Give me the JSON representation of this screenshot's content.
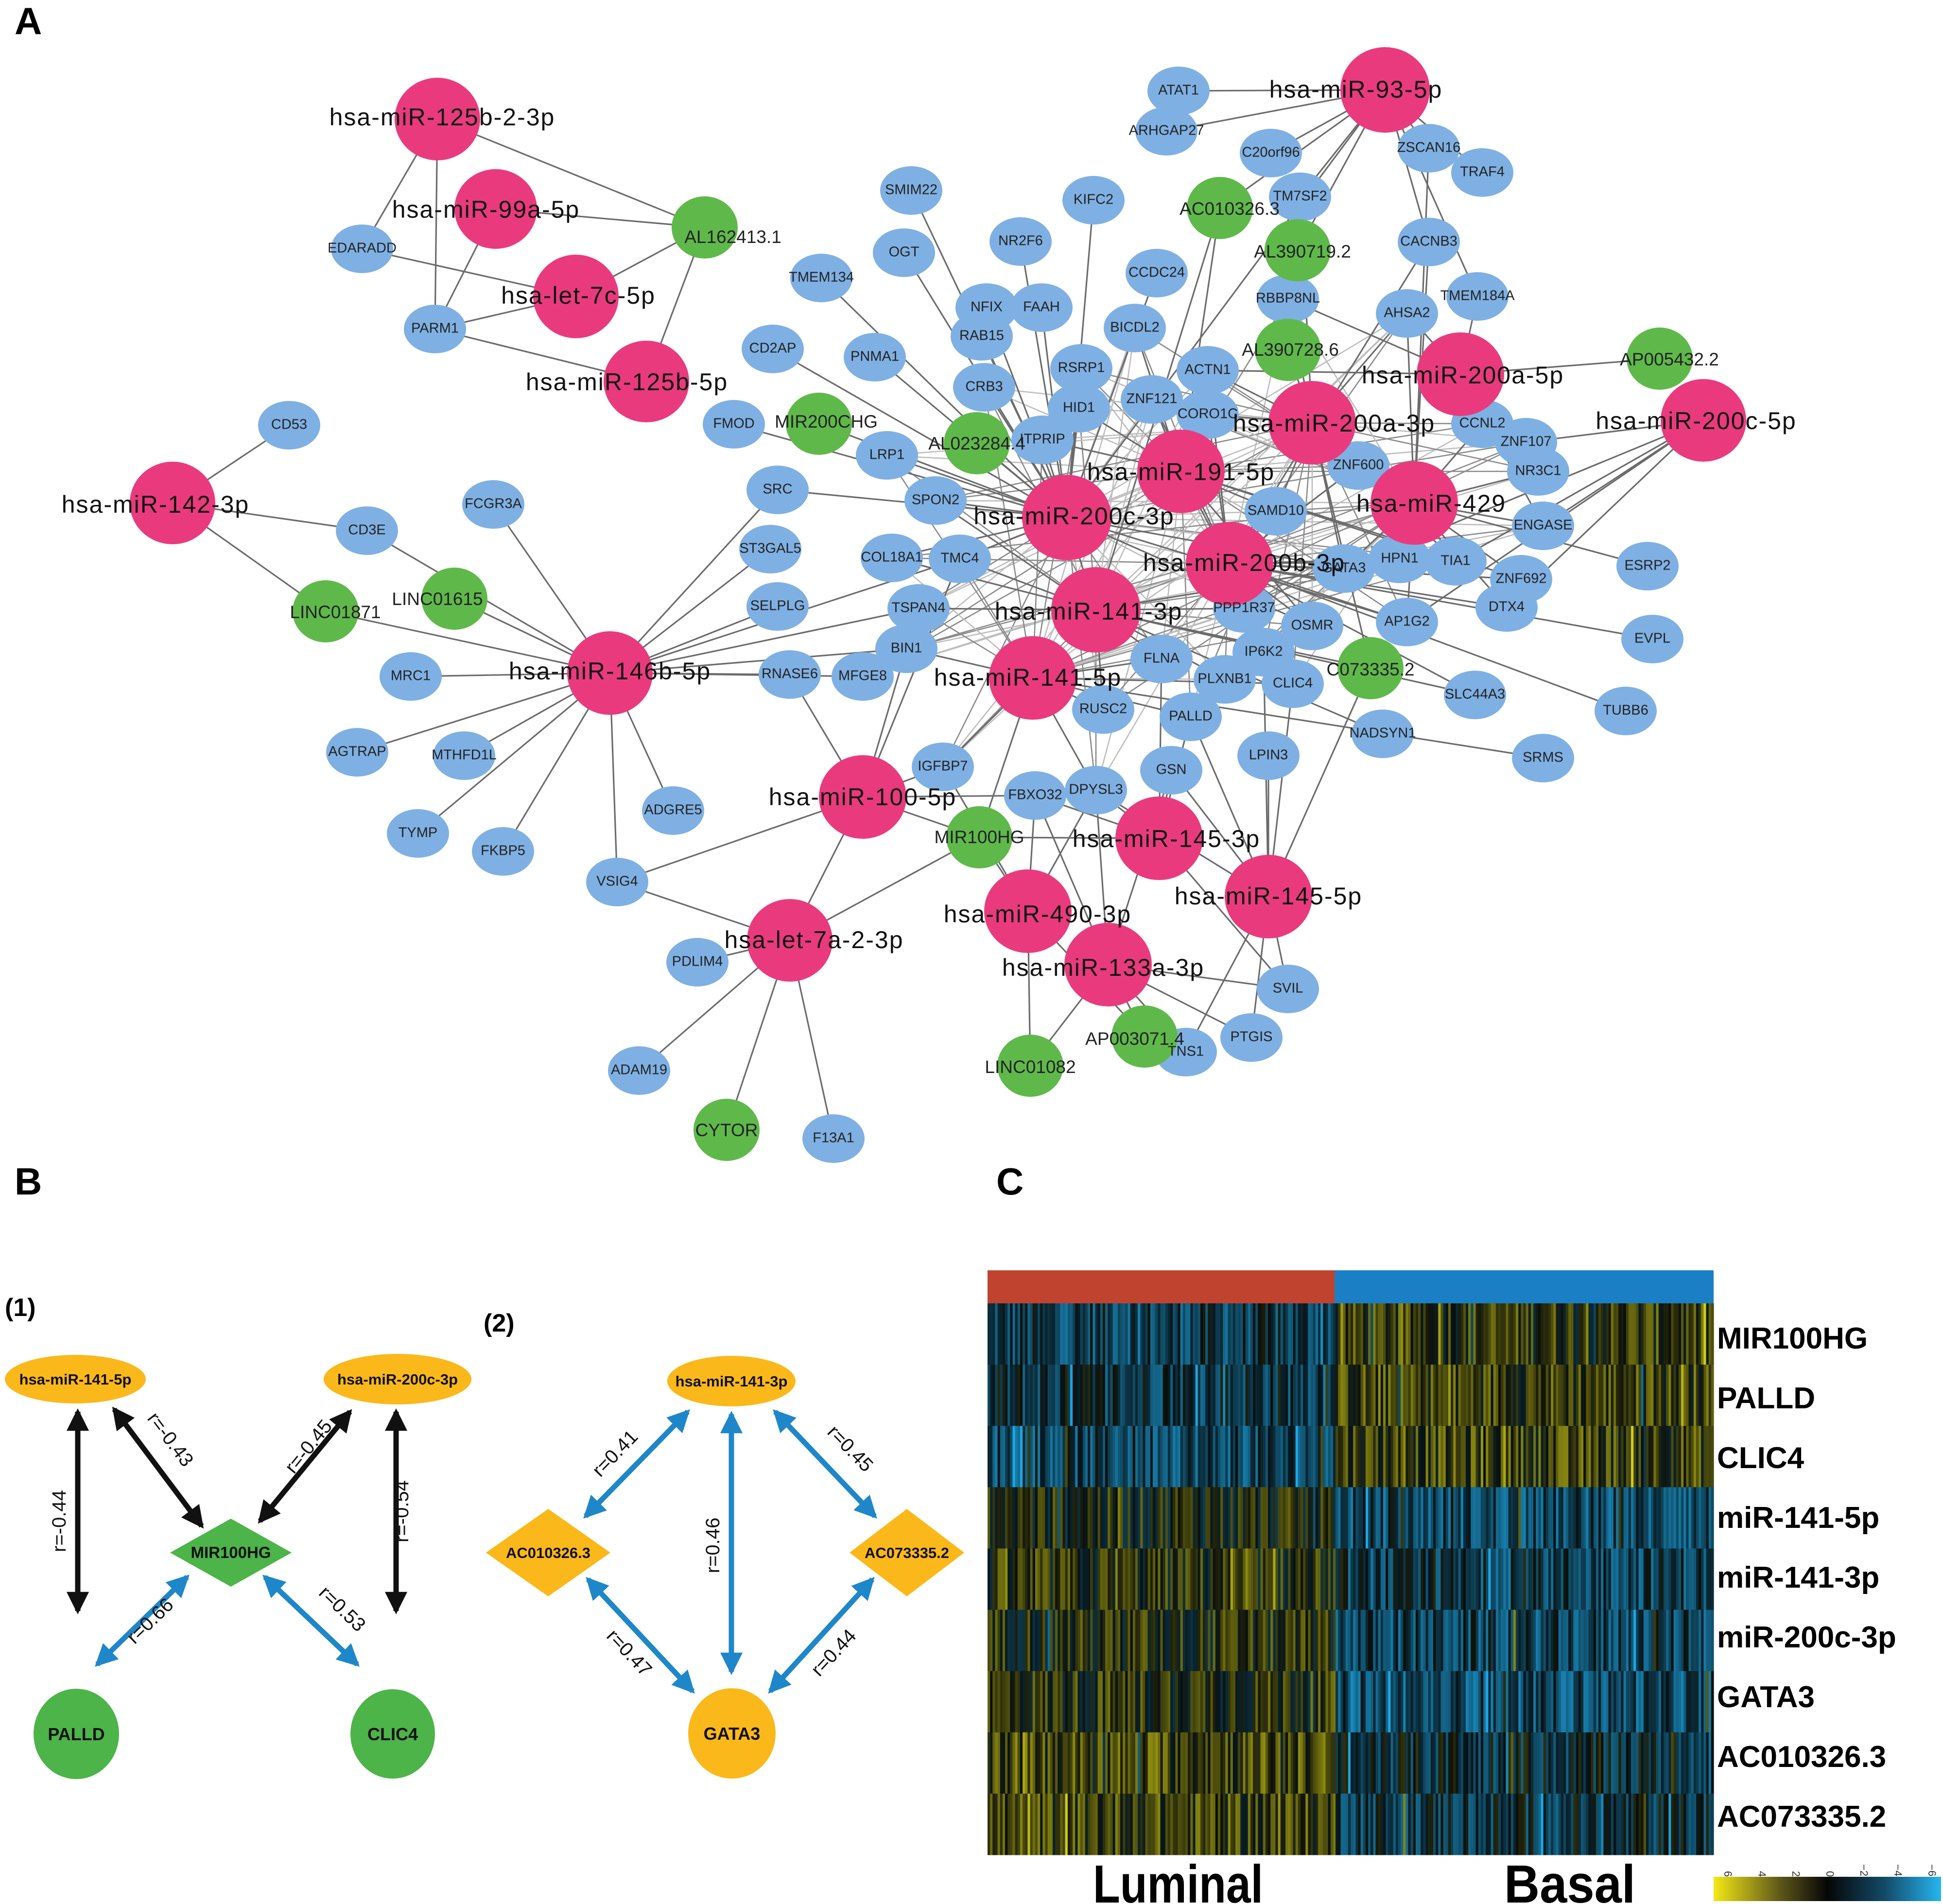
{
  "panels": {
    "a_letter": "A",
    "b_letter": "B",
    "c_letter": "C",
    "b1_label": "(1)",
    "b2_label": "(2)"
  },
  "colors": {
    "mirna": "#ea3a7e",
    "gene": "#7fb0e3",
    "lncrna": "#5fb94a",
    "panel_b1": "#4cb448",
    "panel_b2": "#fbb81b",
    "edge_black": "#111111",
    "edge_blue": "#1e87c9",
    "luminal_bar": "#c0432f",
    "basal_bar": "#1a7fc4"
  },
  "network": {
    "mirnas": [
      "hsa-miR-125b-2-3p",
      "hsa-miR-99a-5p",
      "hsa-let-7c-5p",
      "hsa-miR-125b-5p",
      "hsa-miR-142-3p",
      "hsa-miR-146b-5p",
      "hsa-miR-100-5p",
      "hsa-let-7a-2-3p",
      "hsa-miR-93-5p",
      "hsa-miR-200a-5p",
      "hsa-miR-200c-5p",
      "hsa-miR-200a-3p",
      "hsa-miR-191-5p",
      "hsa-miR-429",
      "hsa-miR-200c-3p",
      "hsa-miR-200b-3p",
      "hsa-miR-141-3p",
      "hsa-miR-141-5p",
      "hsa-miR-145-3p",
      "hsa-miR-490-3p",
      "hsa-miR-145-5p",
      "hsa-miR-133a-3p"
    ],
    "lncrnas": [
      "AL162413.1",
      "LINC01871",
      "LINC01615",
      "MIR200CHG",
      "AL023284.4",
      "AC010326.3",
      "AL390719.2",
      "AL390728.6",
      "AP005432.2",
      "C073335.2",
      "MIR100HG",
      "AP003071.4",
      "LINC01082",
      "CYTOR"
    ],
    "genes": [
      "EDARADD",
      "PARM1",
      "CD53",
      "CD3E",
      "FCGR3A",
      "MRC1",
      "AGTRAP",
      "MTHFD1L",
      "TYMP",
      "FKBP5",
      "VSIG4",
      "ADGRE5",
      "PDLIM4",
      "ADAM19",
      "F13A1",
      "SMIM22",
      "OGT",
      "TMEM134",
      "CD2AP",
      "PNMA1",
      "FMOD",
      "LRP1",
      "SRC",
      "ST3GAL5",
      "SPON2",
      "COL18A1",
      "SELPLG",
      "TSPAN4",
      "BIN1",
      "RNASE6",
      "MFGE8",
      "IGFBP7",
      "FBXO32",
      "DPYSL3",
      "GSN",
      "PALLD",
      "RUSC2",
      "FLNA",
      "PLXNB1",
      "CLIC4",
      "IP6K2",
      "LPIN3",
      "NADSYN1",
      "SLC44A3",
      "TUBB6",
      "SRMS",
      "EVPL",
      "ESRP2",
      "DTX4",
      "ZNF692",
      "TIA1",
      "ENGASE",
      "NR3C1",
      "ZNF107",
      "CCNL2",
      "TRAF4",
      "ZSCAN16",
      "CACNB3",
      "TMEM184A",
      "AHSA2",
      "RBBP8NL",
      "TM7SF2",
      "C20orf96",
      "ARHGAP27",
      "ATAT1",
      "KIFC2",
      "NR2F6",
      "CCDC24",
      "NFIX",
      "FAAH",
      "BICDL2",
      "ACTN1",
      "RAB15",
      "RSRP1",
      "CORO1C",
      "CRB3",
      "HID1",
      "ZNF121",
      "ITPRIP",
      "TMC4",
      "SAMD10",
      "ZNF600",
      "GATA3",
      "HPN1",
      "AP1G2",
      "OSMR",
      "PPP1R37",
      "SVIL",
      "PTGIS",
      "TNS1"
    ]
  },
  "panel_b1": {
    "nodes": {
      "mir_a": "hsa-miR-141-5p",
      "mir_b": "hsa-miR-200c-3p",
      "center": "MIR100HG",
      "gene_a": "PALLD",
      "gene_b": "CLIC4"
    },
    "edges": {
      "mir_a_gene_a": "r=-0.44",
      "mir_a_center": "r=-0.43",
      "mir_b_center": "r=-0.45",
      "mir_b_gene_b": "r=-0.54",
      "center_gene_a": "r=0.66",
      "center_gene_b": "r=0.53"
    }
  },
  "panel_b2": {
    "nodes": {
      "mir": "hsa-miR-141-3p",
      "lnc_a": "AC010326.3",
      "lnc_b": "AC073335.2",
      "gene": "GATA3"
    },
    "edges": {
      "mir_lnc_a": "r=0.41",
      "mir_gene": "r=0.46",
      "mir_lnc_b": "r=0.45",
      "lnc_a_gene": "r=0.47",
      "lnc_b_gene": "r=0.44"
    }
  },
  "heatmap": {
    "rows": [
      "MIR100HG",
      "PALLD",
      "CLIC4",
      "miR-141-5p",
      "miR-141-3p",
      "miR-200c-3p",
      "GATA3",
      "AC010326.3",
      "AC073335.2"
    ],
    "groups": [
      "Luminal",
      "Basal"
    ],
    "scale_ticks": [
      "6",
      "4",
      "2",
      "0",
      "−2",
      "−4",
      "−6"
    ]
  }
}
